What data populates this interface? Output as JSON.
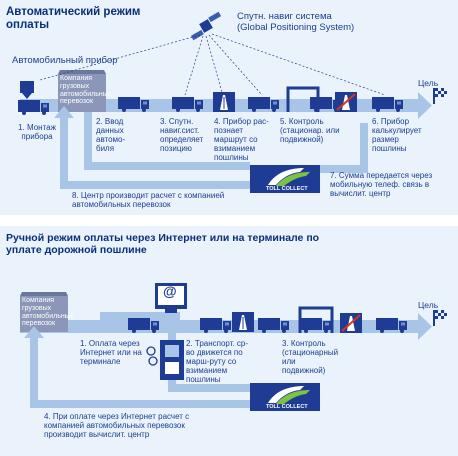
{
  "section1": {
    "title_line1": "Автоматический режим",
    "title_line2": "оплаты",
    "device_label": "Автомобильный прибор",
    "company_label": "Компания грузовых автомобильных перевозок",
    "satellite_line1": "Спутн. навиг система",
    "satellite_line2": "(Global Positioning System)",
    "goal_label": "Цель",
    "toll_collect": "TOLL COLLECT",
    "steps": [
      "1. Монтаж прибора",
      "2. Ввод данных автомо-биля",
      "3. Спутн. навиг.сист. определяет позицию",
      "4. Прибор рас-познает маршрут со взиманием пошлины",
      "5. Контроль (стационар. или подвижной)",
      "6. Прибор калькулирует размер пошлины",
      "7. Сумма передается через мобильную телеф. связь в вычислит. центр",
      "8. Центр производит расчет с компанией автомобильных перевозок"
    ]
  },
  "section2": {
    "title_line1": "Ручной режим оплаты через Интернет или на терминале по",
    "title_line2": "уплате дорожной пошлине",
    "company_label": "Компания грузовых автомобильных перевозок",
    "goal_label": "Цель",
    "at_symbol": "@",
    "toll_collect": "TOLL COLLECT",
    "steps": [
      "1. Оплата через Интернет или на терминале",
      "2. Транспорт. ср-во движется по марш-руту со взиманием пошлины",
      "3. Контроль (стационарный или подвижной)",
      "4. При оплате через Интернет расчет с компанией автомобильных перевозок производит вычислит. центр"
    ]
  },
  "colors": {
    "panel_bg": "#eaf3fb",
    "arrow": "#a8c4e6",
    "truck": "#1f3c94",
    "text": "#1c3f8f",
    "building": "#8b96b8"
  }
}
